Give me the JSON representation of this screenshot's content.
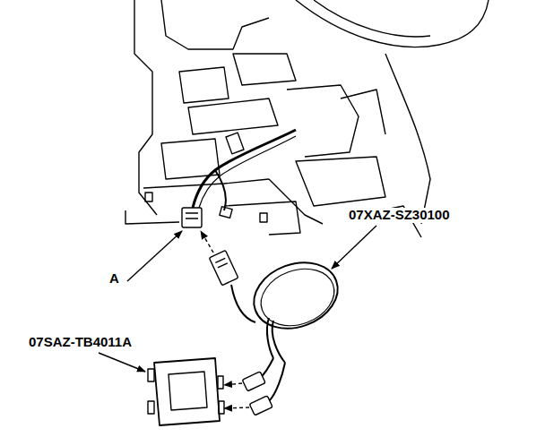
{
  "diagram": {
    "labels": [
      "07XAZ-SZ30100",
      "A",
      "07SAZ-TB4011A"
    ]
  }
}
